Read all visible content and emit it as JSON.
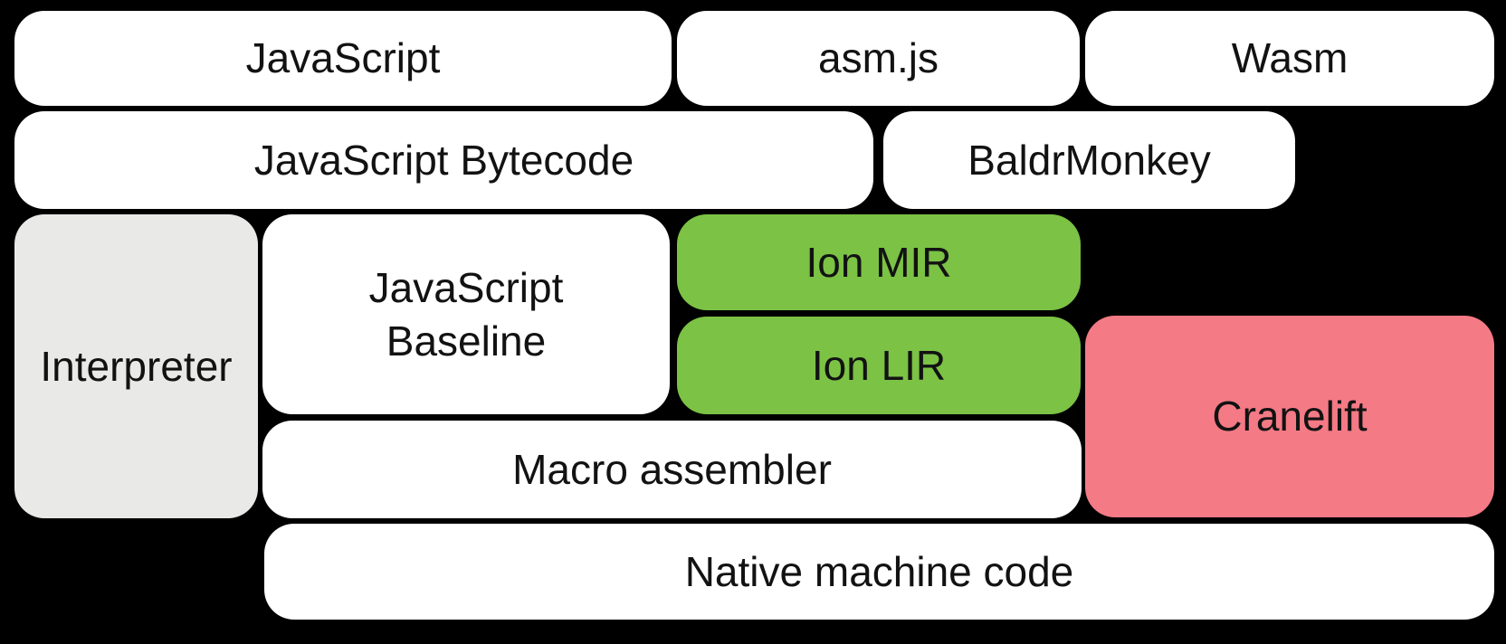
{
  "colors": {
    "background": "#000000",
    "box_white": "#ffffff",
    "box_gray": "#e9e9e8",
    "box_green": "#7bc245",
    "box_pink": "#f47a85",
    "text": "#121212"
  },
  "diagram": {
    "boxes": [
      {
        "id": "javascript",
        "label": "JavaScript",
        "color": "white"
      },
      {
        "id": "asm-js",
        "label": "asm.js",
        "color": "white"
      },
      {
        "id": "wasm",
        "label": "Wasm",
        "color": "white"
      },
      {
        "id": "javascript-bytecode",
        "label": "JavaScript Bytecode",
        "color": "white"
      },
      {
        "id": "baldrmonkey",
        "label": "BaldrMonkey",
        "color": "white"
      },
      {
        "id": "interpreter",
        "label": "Interpreter",
        "color": "gray"
      },
      {
        "id": "javascript-baseline",
        "label": "JavaScript\nBaseline",
        "color": "white"
      },
      {
        "id": "ion-mir",
        "label": "Ion MIR",
        "color": "green"
      },
      {
        "id": "ion-lir",
        "label": "Ion LIR",
        "color": "green"
      },
      {
        "id": "cranelift",
        "label": "Cranelift",
        "color": "pink"
      },
      {
        "id": "macro-assembler",
        "label": "Macro assembler",
        "color": "white"
      },
      {
        "id": "native-machine-code",
        "label": "Native machine code",
        "color": "white"
      }
    ]
  }
}
